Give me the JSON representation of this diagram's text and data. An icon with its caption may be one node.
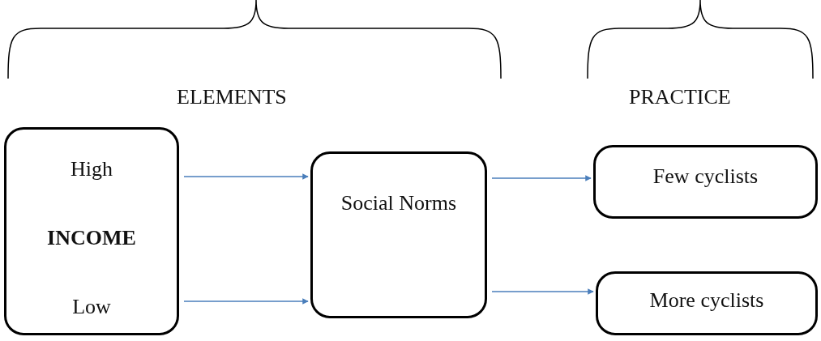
{
  "diagram": {
    "nodes": [
      {
        "text": [
          "High",
          "INCOME",
          "Low"
        ]
      },
      {
        "text": [
          "Social Norms"
        ]
      },
      {
        "text": [
          "Few cyclists"
        ]
      },
      {
        "text": [
          "More cyclists"
        ]
      }
    ],
    "edges": [
      {
        "from": 0,
        "to": 1,
        "arrow": "to"
      },
      {
        "from": 0,
        "to": 1,
        "arrow": "to"
      },
      {
        "from": 1,
        "to": 2,
        "arrow": "to"
      },
      {
        "from": 1,
        "to": 3,
        "arrow": "to"
      }
    ],
    "labels": [
      "ELEMENTS",
      "PRACTICE"
    ]
  }
}
